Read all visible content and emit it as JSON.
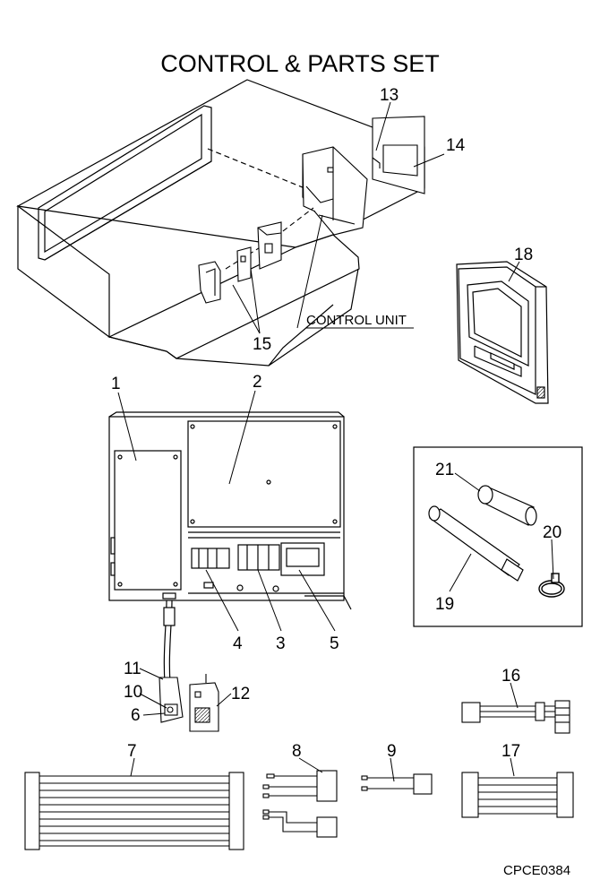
{
  "title": "CONTROL & PARTS SET",
  "control_unit_label": "CONTROL UNIT",
  "drawing_code": "CPCE0384",
  "part_numbers": [
    "1",
    "2",
    "3",
    "4",
    "5",
    "6",
    "7",
    "8",
    "9",
    "10",
    "11",
    "12",
    "13",
    "14",
    "15",
    "16",
    "17",
    "18",
    "19",
    "20",
    "21"
  ]
}
